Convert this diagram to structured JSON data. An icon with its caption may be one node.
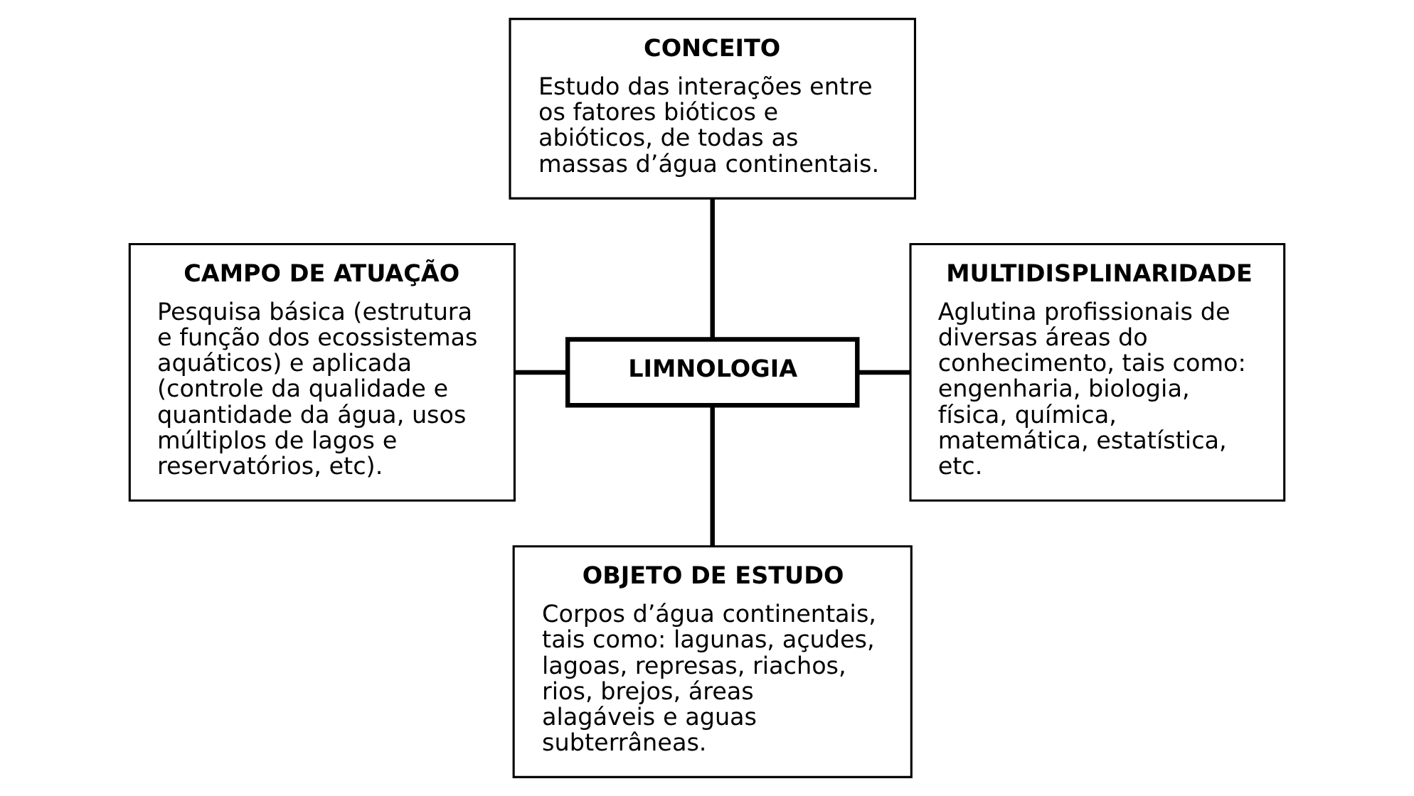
{
  "diagram": {
    "nodes": [
      {
        "text": [
          "CONCEITO",
          "Estudo das interações entre os fatores bióticos e abióticos, de todas as massas d’água continentais."
        ]
      },
      {
        "text": [
          "CAMPO DE ATUAÇÃO",
          "Pesquisa básica (estrutura e função dos ecossistemas aquáticos) e aplicada (controle da qualidade e quantidade da água, usos múltiplos de lagos e reservatórios, etc)."
        ]
      },
      {
        "text": [
          "MULTIDISPLINARIDADE",
          "Aglutina profissionais de diversas áreas do conhecimento, tais como: engenharia, biologia, física, química, matemática, estatística, etc."
        ]
      },
      {
        "text": [
          "LIMNOLOGIA"
        ]
      },
      {
        "text": [
          "OBJETO DE ESTUDO",
          "Corpos d’água continentais, tais como: lagunas, açudes, lagoas, represas, riachos, rios, brejos, áreas alagáveis e aguas subterrâneas."
        ]
      }
    ],
    "edges": [
      {
        "from": 0,
        "to": 3,
        "arrow": "none"
      },
      {
        "from": 1,
        "to": 3,
        "arrow": "none"
      },
      {
        "from": 3,
        "to": 2,
        "arrow": "none"
      },
      {
        "from": 3,
        "to": 4,
        "arrow": "none"
      }
    ]
  }
}
